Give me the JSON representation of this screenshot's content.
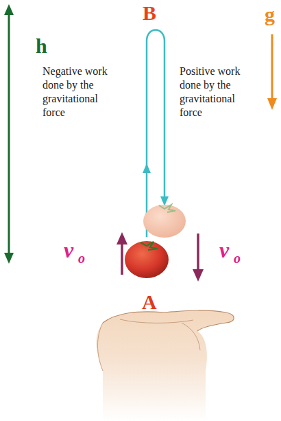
{
  "diagram": {
    "labels": [
      "B",
      "g",
      "h",
      "Negative work done by the gravitational force",
      "Positive work done by the gravitational force",
      "v",
      "o",
      "v",
      "o",
      "A"
    ]
  }
}
